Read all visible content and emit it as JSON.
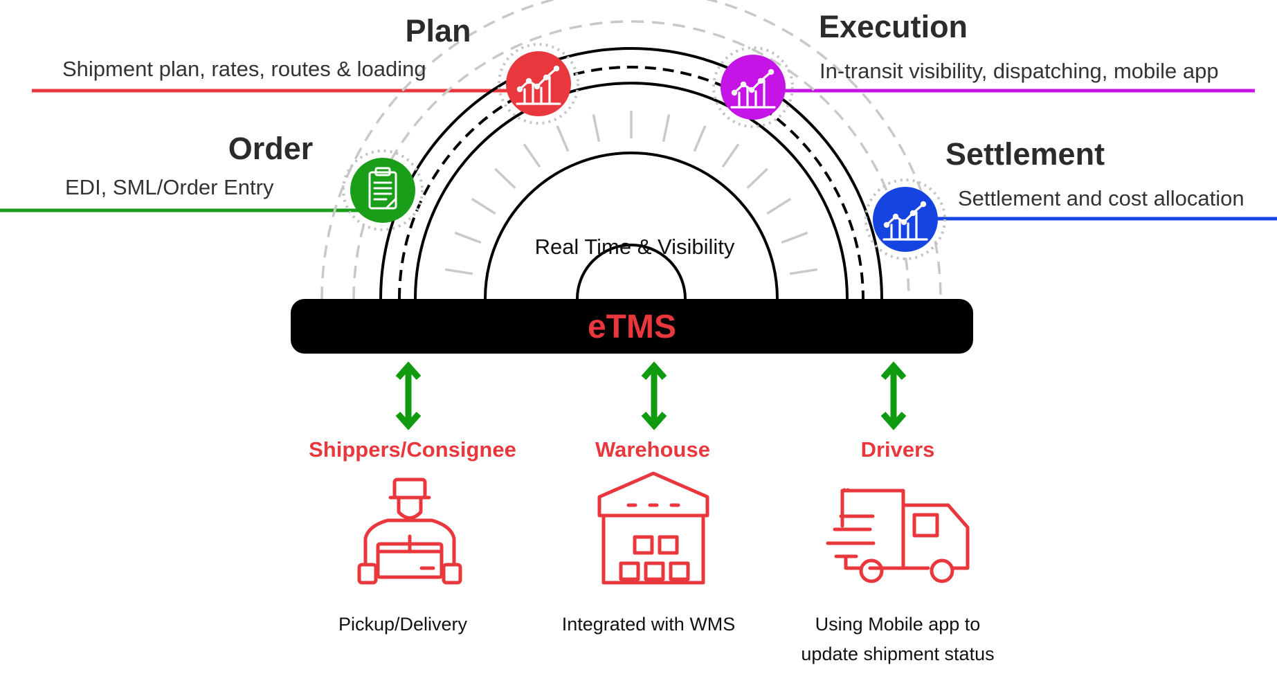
{
  "colors": {
    "red": "#e8383d",
    "purple": "#c414e6",
    "green": "#1a9e1a",
    "blue": "#1644e0",
    "arrow_green": "#0f9a0f",
    "bar": "#000000"
  },
  "stages": {
    "plan": {
      "title": "Plan",
      "description": "Shipment plan, rates, routes & loading",
      "icon": "line-chart-icon"
    },
    "execution": {
      "title": "Execution",
      "description": "In-transit visibility, dispatching, mobile app",
      "icon": "line-chart-icon"
    },
    "order": {
      "title": "Order",
      "description": "EDI, SML/Order Entry",
      "icon": "clipboard-icon"
    },
    "settlement": {
      "title": "Settlement",
      "description": "Settlement and cost allocation",
      "icon": "line-chart-icon"
    }
  },
  "center": {
    "label": "Real Time & Visibility"
  },
  "bar": {
    "label": "eTMS"
  },
  "parties": {
    "shippers": {
      "name": "Shippers/Consignee",
      "description": [
        "Pickup/Delivery"
      ],
      "icon": "delivery-person-icon"
    },
    "warehouse": {
      "name": "Warehouse",
      "description": [
        "Integrated with WMS"
      ],
      "icon": "warehouse-icon"
    },
    "drivers": {
      "name": "Drivers",
      "description": [
        "Using Mobile app to",
        "update shipment status"
      ],
      "icon": "truck-icon"
    }
  }
}
